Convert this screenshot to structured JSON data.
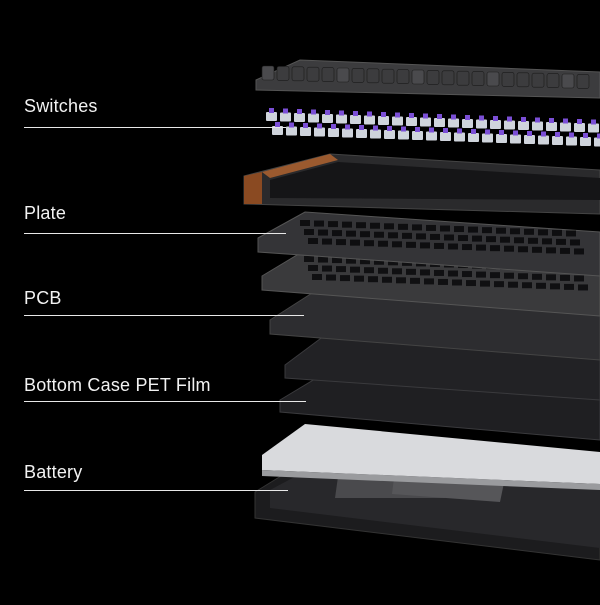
{
  "callouts": [
    {
      "id": "switches",
      "label": "Switches"
    },
    {
      "id": "plate",
      "label": "Plate"
    },
    {
      "id": "pcb",
      "label": "PCB"
    },
    {
      "id": "film",
      "label": "Bottom Case PET Film"
    },
    {
      "id": "battery",
      "label": "Battery"
    }
  ],
  "colors": {
    "background": "#000000",
    "label_text": "#f2f2f2",
    "leader_line": "#e8e8e8",
    "keycap": "#3c3c3e",
    "switch_stem": "#7b4fd6",
    "switch_housing": "#cfd4dc",
    "frame_wood": "#8a4a22",
    "frame_metal": "#2a2a2c",
    "plate": "#3a3a3c",
    "pcb": "#2d2d30",
    "foam": "#1e1e20",
    "pet_film": "#d9dadd",
    "bottom_case": "#222224"
  }
}
